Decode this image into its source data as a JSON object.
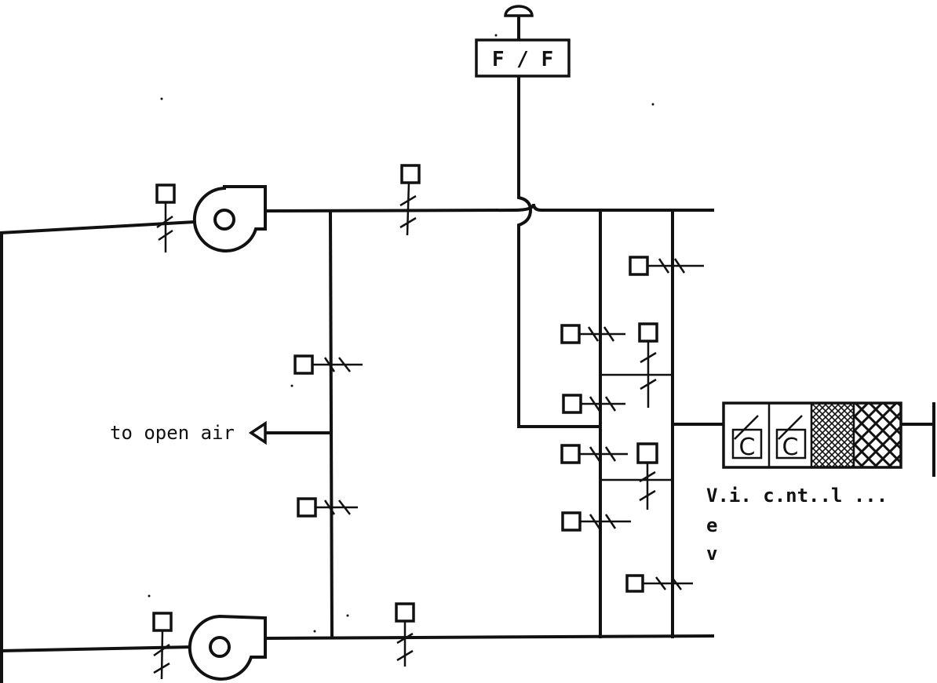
{
  "diagram": {
    "fire_fan_label": "F / F",
    "open_air_label": "to open air",
    "filter_units": [
      {
        "letter": "C"
      },
      {
        "letter": "C"
      }
    ],
    "cutoff_note_lines": [
      "V.i. c.nt..l ...",
      "e",
      "v"
    ]
  }
}
